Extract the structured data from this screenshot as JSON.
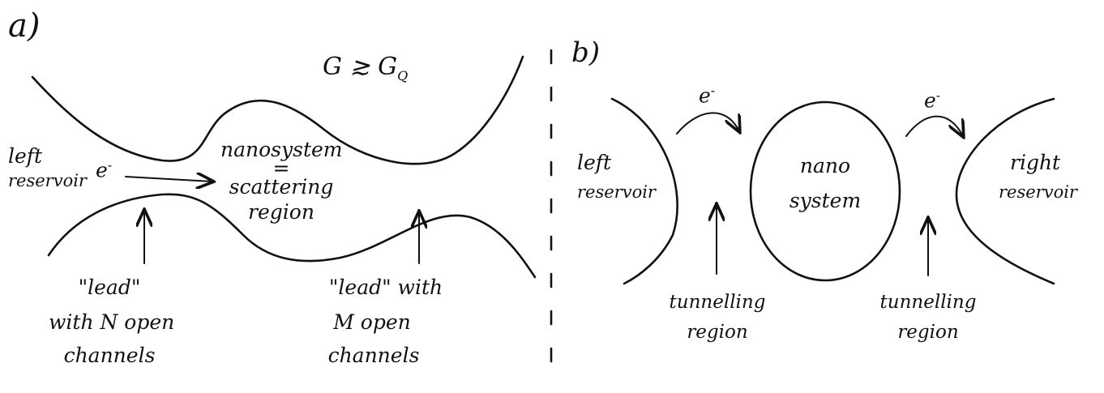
{
  "panel_a": {
    "label": "a)",
    "conductance": "G ≳ G",
    "conductance_sub": "Q",
    "left_reservoir": [
      "left",
      "reservoir"
    ],
    "electron": "e",
    "electron_sup": "-",
    "nanosystem": [
      "nanosystem",
      "=",
      "scattering",
      "region"
    ],
    "lead_left": [
      "\"lead\"",
      "with N open",
      "channels"
    ],
    "lead_right": [
      "\"lead\" with",
      "M open",
      "channels"
    ]
  },
  "panel_b": {
    "label": "b)",
    "electron_left": "e",
    "electron_right": "e",
    "electron_sup": "-",
    "left_reservoir": [
      "left",
      "reservoir"
    ],
    "nano_system": [
      "nano",
      "system"
    ],
    "right_reservoir": [
      "right",
      "reservoir"
    ],
    "tunnelling_left": [
      "tunnelling",
      "region"
    ],
    "tunnelling_right": [
      "tunnelling",
      "region"
    ]
  }
}
